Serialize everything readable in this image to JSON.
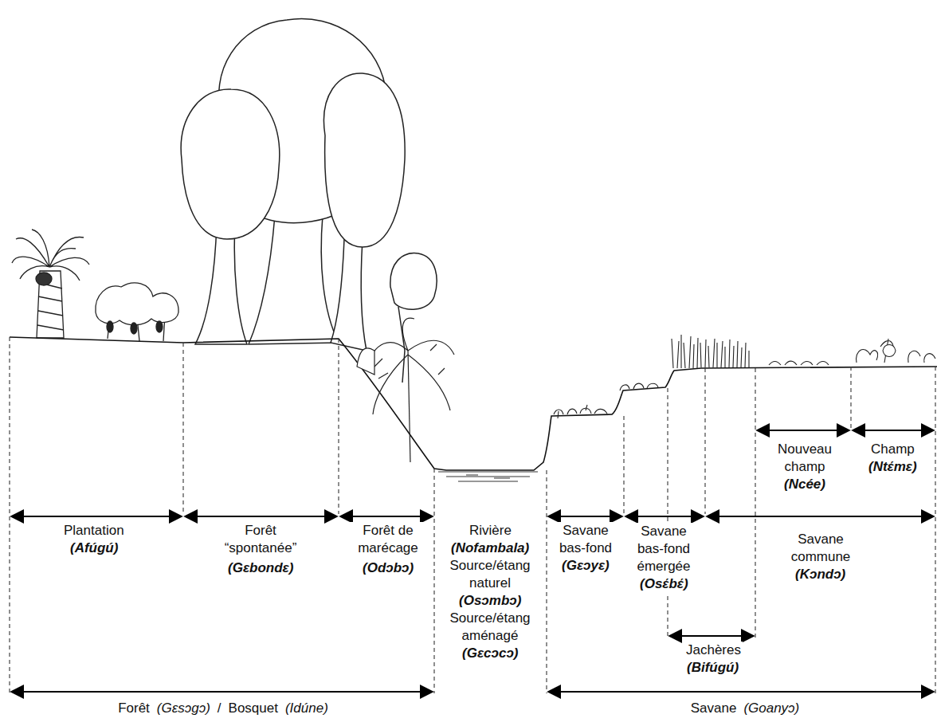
{
  "diagram": {
    "labels": [
      "Nouveau champ",
      "(Ncée)",
      "Champ",
      "(Ntέmε)",
      "Plantation",
      "(Afúgú)",
      "Forêt “spontanée”",
      "(Gεbondε)",
      "Forêt de marécage",
      "(Odɔbɔ)",
      "Rivière",
      "(Nofambala)",
      "Source/étang naturel",
      "(Osɔmbɔ)",
      "Source/étang aménagé",
      "(Gεcɔcɔ)",
      "Savane bas-fond",
      "(Gεɔyε)",
      "Savane bas-fond émergée",
      "(Osέbέ)",
      "Savane commune",
      "(Kɔndɔ)",
      "Jachères",
      "(Bifúgú)",
      "Forêt",
      "(Gεsɔgɔ)",
      "/",
      "Bosquet",
      "(Idúne)",
      "Savane",
      "(Goanyɔ)"
    ]
  }
}
